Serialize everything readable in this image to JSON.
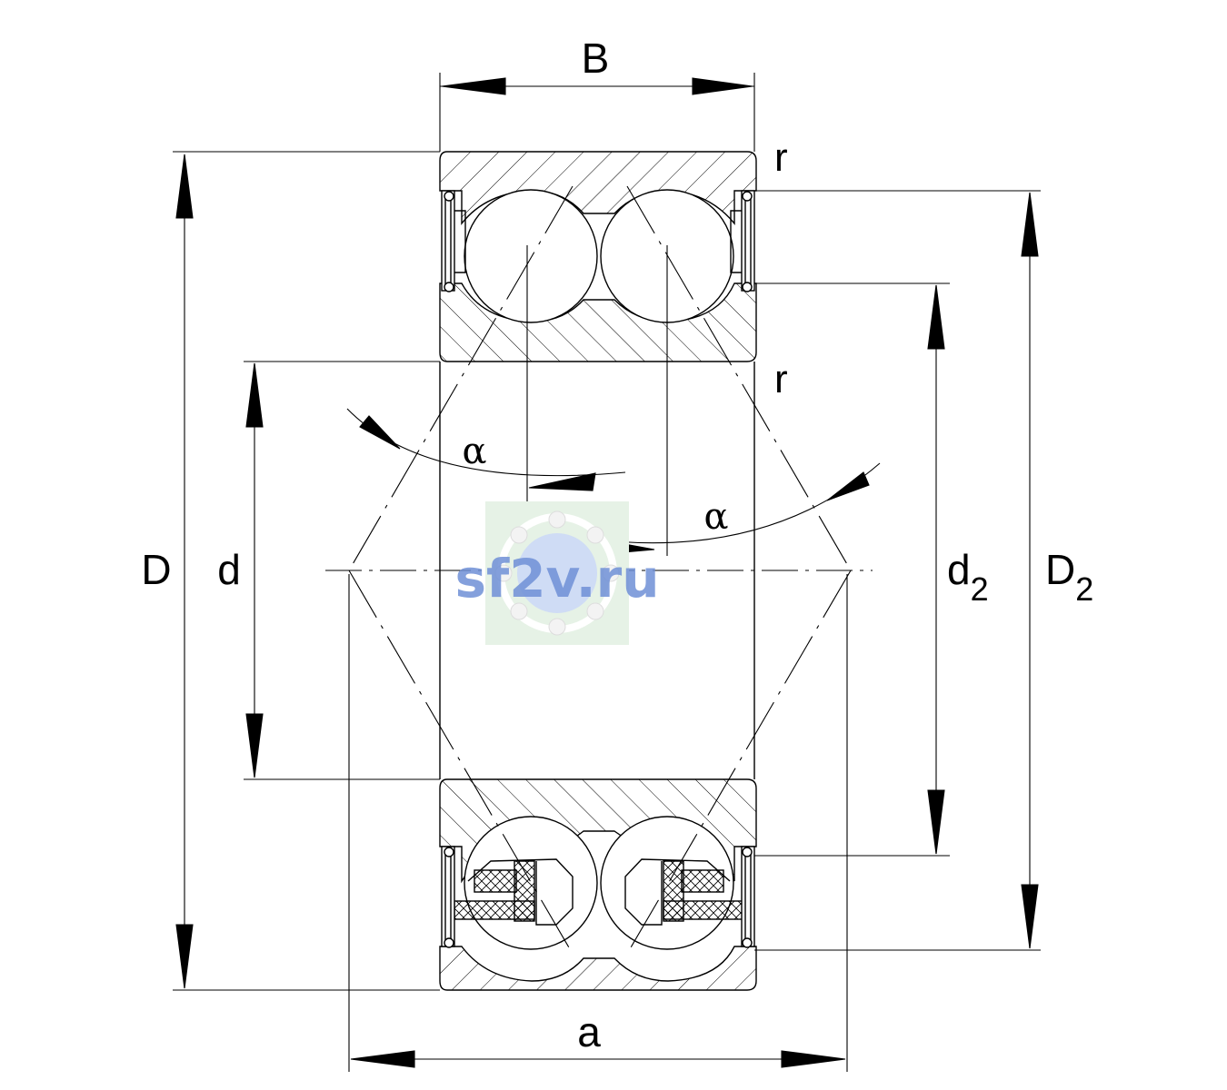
{
  "labels": {
    "B": "B",
    "r_top": "r",
    "r_mid": "r",
    "D": "D",
    "d": "d",
    "alpha_left": "α",
    "alpha_right": "α",
    "d2_base": "d",
    "d2_sub": "2",
    "D2_base": "D",
    "D2_sub": "2",
    "a": "a"
  },
  "watermark": {
    "text": "sf2v.ru",
    "text_color": "#6f8fd6",
    "bg_color": "#e6f2e6"
  },
  "colors": {
    "line": "#000000",
    "background": "#ffffff"
  }
}
